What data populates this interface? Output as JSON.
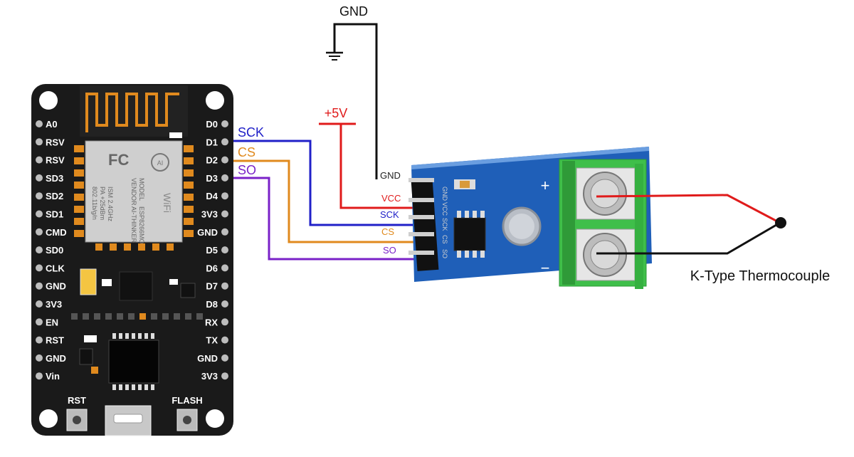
{
  "gnd_label": "GND",
  "vcc_label": "+5V",
  "left_pins": [
    "A0",
    "RSV",
    "RSV",
    "SD3",
    "SD2",
    "SD1",
    "CMD",
    "SD0",
    "CLK",
    "GND",
    "3V3",
    "EN",
    "RST",
    "GND",
    "Vin"
  ],
  "right_pins": [
    "D0",
    "D1",
    "D2",
    "D3",
    "D4",
    "3V3",
    "GND",
    "D5",
    "D6",
    "D7",
    "D8",
    "RX",
    "TX",
    "GND",
    "3V3"
  ],
  "buttons": {
    "rst": "RST",
    "flash": "FLASH"
  },
  "esp_module": {
    "brand": "AI",
    "model_lines": [
      "MODEL",
      "VENDOR"
    ],
    "model_values": [
      "ESP8266MOD",
      "AI-THINKER"
    ],
    "spec_lines": [
      "ISM 2.4GHz",
      "PA +25dBm",
      "802.11b/g/n"
    ],
    "wifi": "WiFi",
    "fc": "FC"
  },
  "wires": [
    {
      "name": "SCK",
      "color": "#2020c8",
      "board_pin": "D1",
      "module_pin": "SCK"
    },
    {
      "name": "CS",
      "color": "#e08a1e",
      "board_pin": "D2",
      "module_pin": "CS"
    },
    {
      "name": "SO",
      "color": "#7a22c8",
      "board_pin": "D3",
      "module_pin": "SO"
    }
  ],
  "module_pins": [
    {
      "label": "GND",
      "color": "#222222"
    },
    {
      "label": "VCC",
      "color": "#e01b1b"
    },
    {
      "label": "SCK",
      "color": "#2020c8"
    },
    {
      "label": "CS",
      "color": "#e08a1e"
    },
    {
      "label": "SO",
      "color": "#7a22c8"
    }
  ],
  "module_silk": [
    "GND",
    "VCC",
    "SCK",
    "CS",
    "SO"
  ],
  "terminal_plus": "+",
  "terminal_minus": "−",
  "thermocouple_label": "K-Type Thermocouple",
  "colors": {
    "board": "#1a1a1a",
    "module": "#1f5fb8",
    "terminal": "#3fbf4a",
    "gnd_wire": "#111111",
    "vcc_wire": "#e01b1b"
  }
}
